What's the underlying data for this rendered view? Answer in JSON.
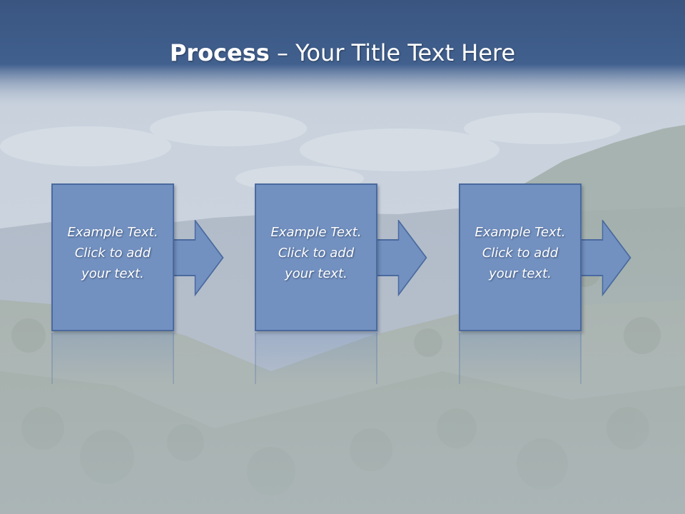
{
  "slide": {
    "title_bold": "Process",
    "title_rest": " – Your Title Text Here"
  },
  "steps": [
    {
      "text": "Example Text.\nClick  to add\nyour text."
    },
    {
      "text": "Example Text.\nClick  to add\nyour text."
    },
    {
      "text": "Example Text.\nClick  to add\nyour text."
    }
  ],
  "colors": {
    "header_band": "#3d5a86",
    "box_fill": "#7291c0",
    "box_border": "#4a6a9f",
    "text": "#ffffff"
  }
}
